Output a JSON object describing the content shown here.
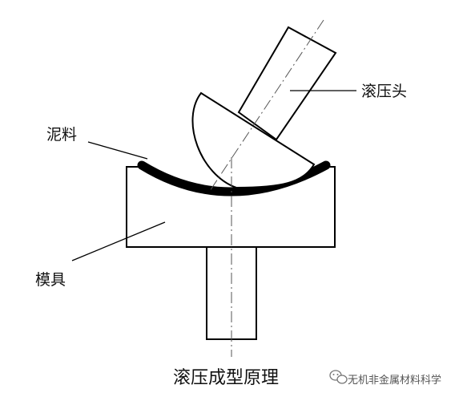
{
  "labels": {
    "roller_head": "滚压头",
    "clay": "泥料",
    "mold": "模具"
  },
  "caption": "滚压成型原理",
  "watermark": {
    "icon": "wechat-icon",
    "text": "无机非金属材料科学"
  }
}
